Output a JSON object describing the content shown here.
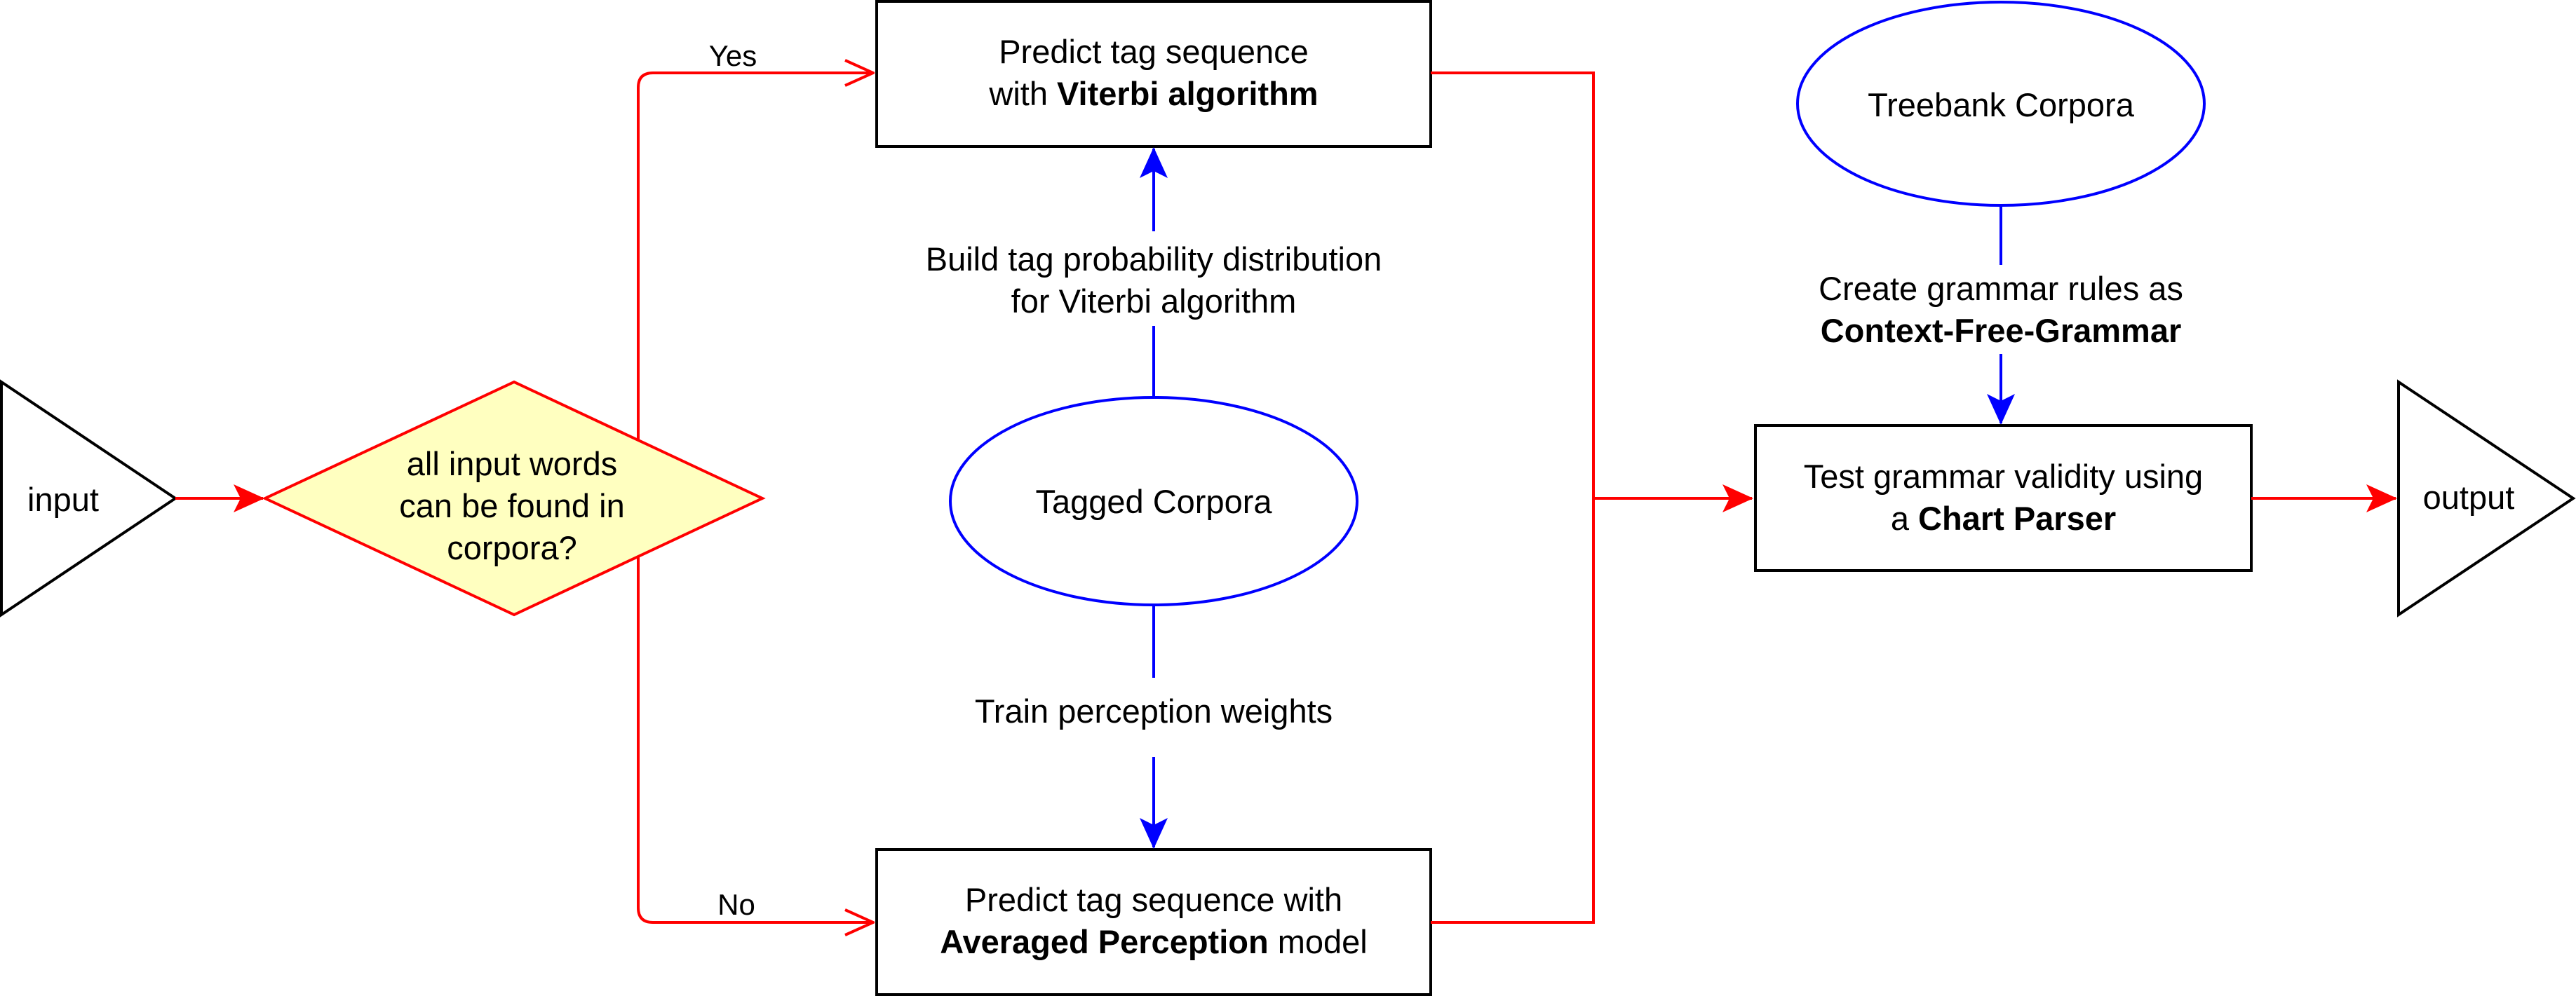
{
  "colors": {
    "flow": "#ff0000",
    "data": "#0000ff",
    "decision_fill": "#ffffc0",
    "border": "#000000"
  },
  "nodes": {
    "input": "input",
    "decision": [
      "all input words",
      "can be found in",
      "corpora?"
    ],
    "viterbi": {
      "line1": "Predict tag sequence",
      "line2_prefix": "with ",
      "line2_bold": "Viterbi algorithm"
    },
    "averaged": {
      "line1": "Predict tag sequence with",
      "line2_bold": "Averaged Perception",
      "line2_suffix": " model"
    },
    "tagged": "Tagged Corpora",
    "treebank": "Treebank Corpora",
    "test": {
      "line1": "Test grammar validity using",
      "line2_prefix": "a ",
      "line2_bold": "Chart Parser"
    },
    "output": "output"
  },
  "edges": {
    "yes": "Yes",
    "no": "No",
    "build": [
      "Build tag probability distribution",
      "for Viterbi algorithm"
    ],
    "train": "Train perception weights",
    "grammar": {
      "line1": "Create grammar rules as",
      "line2_bold": "Context-Free-Grammar"
    }
  }
}
